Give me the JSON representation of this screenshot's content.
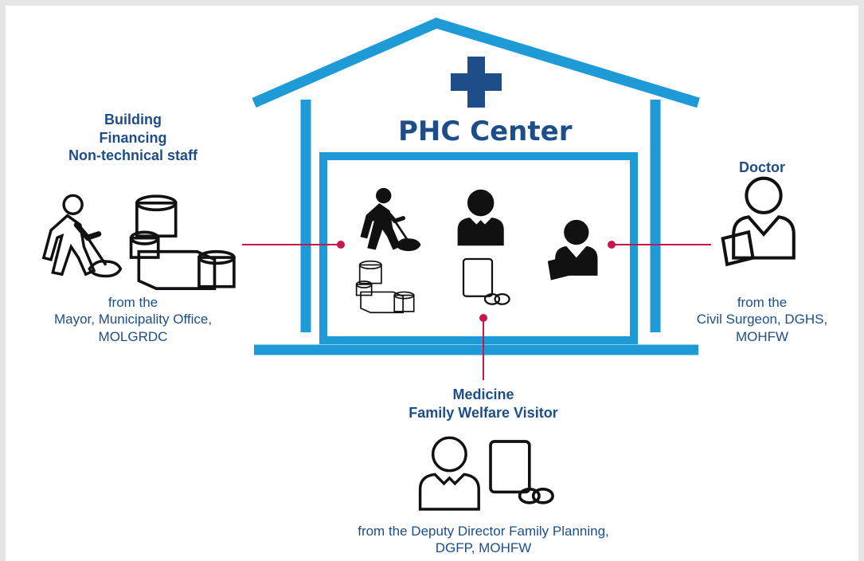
{
  "center": {
    "title": "PHC Center"
  },
  "left": {
    "inputs": [
      "Building",
      "Financing",
      "Non-technical staff"
    ],
    "source": [
      "from the",
      "Mayor, Municipality Office,",
      "MOLGRDC"
    ]
  },
  "right": {
    "inputs": [
      "Doctor"
    ],
    "source": [
      "from the",
      "Civil Surgeon, DGHS,",
      "MOHFW"
    ]
  },
  "bottom": {
    "inputs": [
      "Medicine",
      "Family Welfare Visitor"
    ],
    "source": [
      "from the Deputy Director Family Planning,",
      "DGFP, MOHFW"
    ]
  },
  "colors": {
    "house": "#1e9ad6",
    "cross": "#1d4e89",
    "text": "#1d4e89",
    "connector": "#c8174a",
    "icon": "#111111"
  },
  "icons": [
    "cleaner-icon",
    "money-stack-icon",
    "nurse-icon",
    "pill-pack-icon",
    "doctor-icon",
    "medical-cross-icon"
  ]
}
